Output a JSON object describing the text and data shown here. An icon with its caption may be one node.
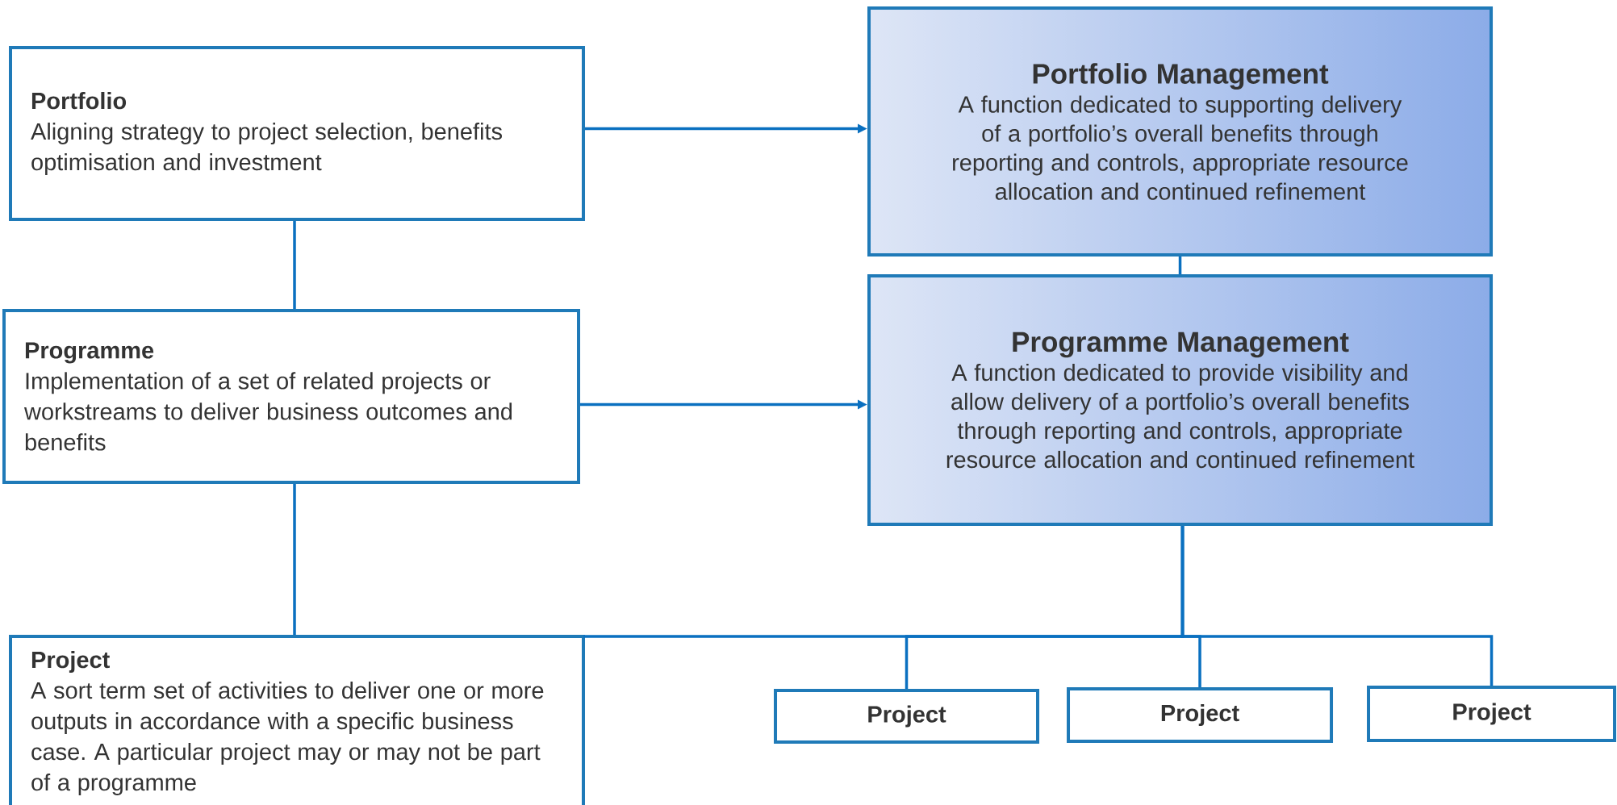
{
  "diagram": {
    "nodes": [
      {
        "text": [
          "Portfolio",
          "Aligning strategy to project selection, benefits optimisation and investment"
        ]
      },
      {
        "text": [
          "Portfolio Management",
          "A function dedicated to supporting delivery of a portfolio’s overall benefits through reporting and controls, appropriate resource allocation and continued refinement"
        ]
      },
      {
        "text": [
          "Programme",
          "Implementation of a set of related projects or workstreams to deliver business outcomes and benefits"
        ]
      },
      {
        "text": [
          "Programme Management",
          "A function dedicated to provide visibility and allow delivery of a portfolio’s overall benefits through reporting and controls, appropriate resource allocation and continued refinement"
        ]
      },
      {
        "text": [
          "Project",
          "A sort term set of activities to deliver one or more outputs in accordance with a specific business case. A particular project may or may not be part of a programme"
        ]
      },
      {
        "text": [
          "Project"
        ]
      },
      {
        "text": [
          "Project"
        ]
      },
      {
        "text": [
          "Project"
        ]
      }
    ],
    "edges": [
      {
        "from": 0,
        "to": 1,
        "arrow": "to"
      },
      {
        "from": 0,
        "to": 2,
        "arrow": "none"
      },
      {
        "from": 1,
        "to": 3,
        "arrow": "none"
      },
      {
        "from": 2,
        "to": 3,
        "arrow": "to"
      },
      {
        "from": 2,
        "to": 4,
        "arrow": "none"
      },
      {
        "from": 3,
        "to": 4,
        "arrow": "none"
      },
      {
        "from": 3,
        "to": 5,
        "arrow": "none"
      },
      {
        "from": 3,
        "to": 6,
        "arrow": "none"
      },
      {
        "from": 3,
        "to": 7,
        "arrow": "none"
      }
    ]
  }
}
